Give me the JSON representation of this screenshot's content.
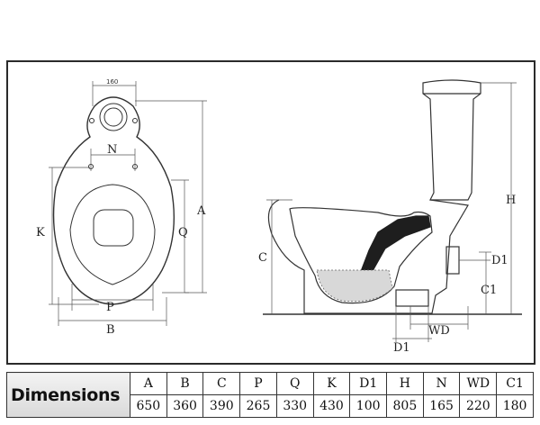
{
  "plan_labels": {
    "width_top": "160",
    "n": "N",
    "k": "K",
    "q": "Q",
    "a": "A",
    "p": "P",
    "b": "B"
  },
  "side_labels": {
    "c": "C",
    "h": "H",
    "d1_right": "D1",
    "c1": "C1",
    "wd": "WD",
    "d1_bottom": "D1"
  },
  "table": {
    "title": "Dimensions",
    "headers": [
      "A",
      "B",
      "C",
      "P",
      "Q",
      "K",
      "D1",
      "H",
      "N",
      "WD",
      "C1"
    ],
    "values": [
      "650",
      "360",
      "390",
      "265",
      "330",
      "430",
      "100",
      "805",
      "165",
      "220",
      "180"
    ]
  },
  "colors": {
    "line": "#333333",
    "frame": "#2a2a2a",
    "fill_dark": "#1e1e1e",
    "water": "#d8d8d8"
  }
}
